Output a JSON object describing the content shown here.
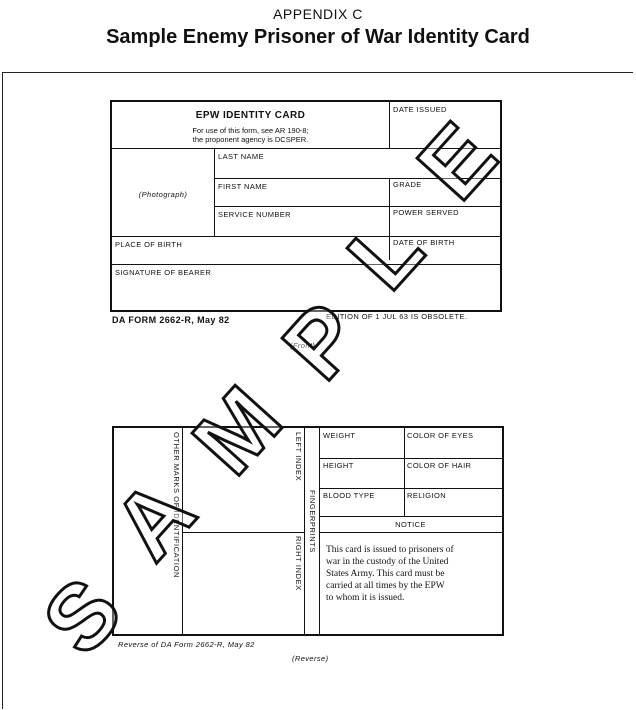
{
  "header": {
    "appendix": "APPENDIX C",
    "title": "Sample Enemy Prisoner of War Identity Card"
  },
  "front": {
    "card_title": "EPW IDENTITY CARD",
    "instructions_line1": "For use of this form, see AR 190-8;",
    "instructions_line2": "the proponent agency is DCSPER.",
    "date_issued": "DATE ISSUED",
    "photograph": "(Photograph)",
    "last_name": "LAST NAME",
    "first_name": "FIRST NAME",
    "grade": "GRADE",
    "service_number": "SERVICE NUMBER",
    "power_served": "POWER SERVED",
    "place_of_birth": "PLACE OF BIRTH",
    "date_of_birth": "DATE OF BIRTH",
    "signature": "SIGNATURE OF BEARER",
    "form_number": "DA FORM 2662-R, May 82",
    "edition_note": "EDITION OF 1 JUL 63 IS OBSOLETE.",
    "caption": "(Front)"
  },
  "reverse": {
    "other_marks": "OTHER MARKS OF IDENTIFICATION",
    "left_index": "LEFT INDEX",
    "right_index": "RIGHT INDEX",
    "fingerprints": "FINGERPRINTS",
    "weight": "WEIGHT",
    "color_of_eyes": "COLOR OF EYES",
    "height": "HEIGHT",
    "color_of_hair": "COLOR OF HAIR",
    "blood_type": "BLOOD TYPE",
    "religion": "RELIGION",
    "notice_title": "NOTICE",
    "notice_line1": "This card is issued to prisoners of",
    "notice_line2": "war in the custody of the United",
    "notice_line3": "States Army.  This card must be",
    "notice_line4": "carried at all times by the EPW",
    "notice_line5": "to whom it is issued.",
    "form_note": "Reverse of DA Form 2662-R, May 82",
    "caption": "(Reverse)"
  },
  "watermark": {
    "letters": [
      "S",
      "A",
      "M",
      "P",
      "L",
      "E"
    ]
  }
}
